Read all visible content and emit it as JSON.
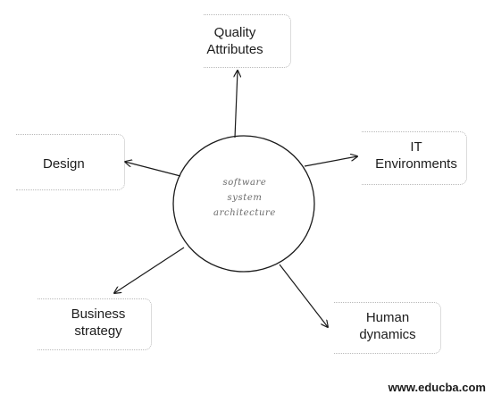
{
  "center": {
    "lines": [
      "software",
      "system",
      "architecture"
    ]
  },
  "nodes": {
    "quality": {
      "lines": [
        "Quality",
        "Attributes"
      ]
    },
    "it_env": {
      "lines": [
        "IT",
        "Environments"
      ]
    },
    "design": {
      "lines": [
        "Design"
      ]
    },
    "business": {
      "lines": [
        "Business",
        "strategy"
      ]
    },
    "human": {
      "lines": [
        "Human",
        "dynamics"
      ]
    }
  },
  "watermark": "www.educba.com",
  "colors": {
    "line": "#1a1a1a",
    "box_border": "#b9b9b9"
  }
}
